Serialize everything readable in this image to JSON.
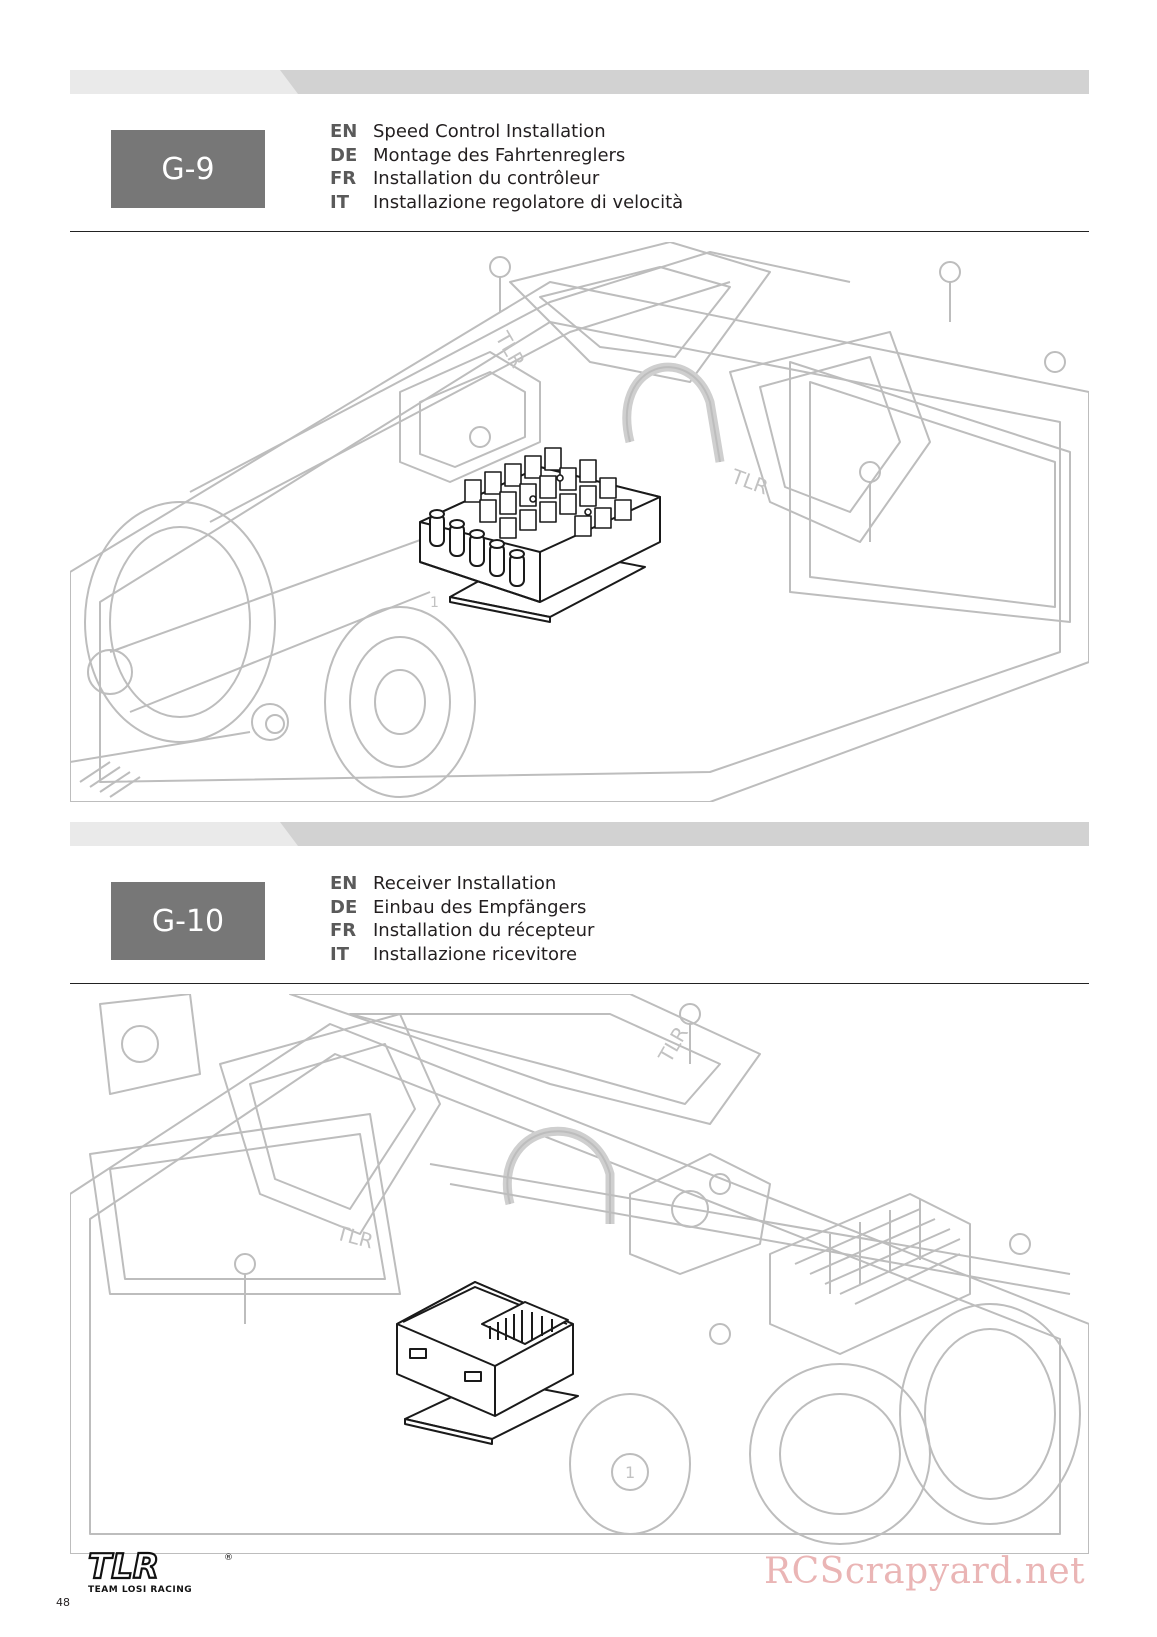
{
  "sections": [
    {
      "step": "G-9",
      "lines": [
        {
          "code": "EN",
          "text": "Speed Control Installation"
        },
        {
          "code": "DE",
          "text": "Montage des Fahrtenreglers"
        },
        {
          "code": "FR",
          "text": "Installation du contrôleur"
        },
        {
          "code": "IT",
          "text": "Installazione regolatore di velocità"
        }
      ]
    },
    {
      "step": "G-10",
      "lines": [
        {
          "code": "EN",
          "text": "Receiver Installation"
        },
        {
          "code": "DE",
          "text": "Einbau des Empfängers"
        },
        {
          "code": "FR",
          "text": "Installation du récepteur"
        },
        {
          "code": "IT",
          "text": "Installazione ricevitore"
        }
      ]
    }
  ],
  "figure1": {
    "part_labels": [
      "TLR",
      "TLR",
      "1"
    ]
  },
  "figure2": {
    "part_labels": [
      "TLR",
      "TLR",
      "1"
    ]
  },
  "footer": {
    "page_number": "48",
    "logo_text": "TLR",
    "logo_sub": "TEAM LOSI RACING",
    "logo_mark": "®"
  },
  "watermark": "RCScrapyard.net",
  "colors": {
    "step_box": "#777777",
    "bar_light": "#e6e6e6",
    "bar_dark": "#d0d0d0",
    "linework": "#b9b9b9"
  }
}
